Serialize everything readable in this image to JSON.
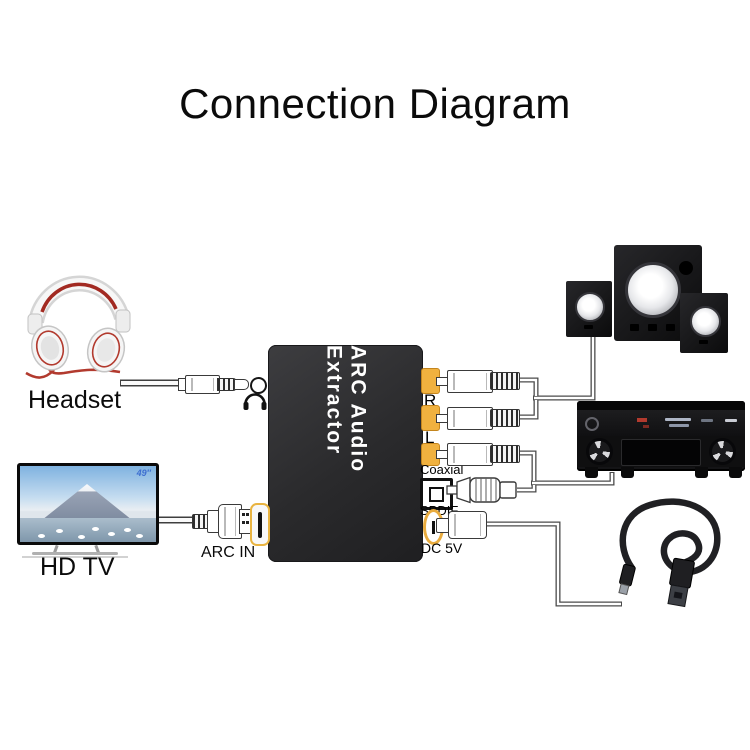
{
  "title": "Connection Diagram",
  "device": {
    "name": "ARC Audio Extractor"
  },
  "labels": {
    "headset": "Headset",
    "hdtv": "HD TV",
    "arc_in": "ARC IN"
  },
  "ports": [
    {
      "id": "r",
      "label": "R"
    },
    {
      "id": "l",
      "label": "L"
    },
    {
      "id": "coaxial",
      "label": "Coaxial"
    },
    {
      "id": "spdif",
      "label": "SPDIF"
    },
    {
      "id": "dc5v",
      "label": "DC 5V"
    }
  ],
  "tv": {
    "badge": "49″"
  },
  "connected_devices": [
    "Headset",
    "HD TV",
    "2.1 speaker system",
    "AV receiver",
    "USB power cable"
  ],
  "icons": {
    "headphone_jack": "headphone-icon",
    "jack_port": "audio-jack-port-icon"
  },
  "colors": {
    "port_yellow": "#F0B13F",
    "dc_ring": "#E9AC3F",
    "arc_ring": "#E9B441",
    "tv_badge_blue": "#3D6ED0",
    "wire_gray": "#4B4B4B",
    "box_dark": "#2A2A2C"
  }
}
